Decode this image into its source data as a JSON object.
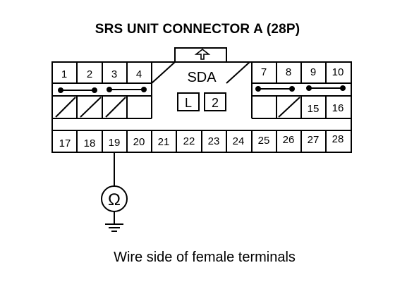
{
  "diagram": {
    "title": "SRS UNIT CONNECTOR A (28P)",
    "caption": "Wire side of female terminals",
    "center_label": "SDA",
    "lock_labels": [
      "L",
      "2"
    ],
    "top_row_left": [
      "1",
      "2",
      "3",
      "4"
    ],
    "top_row_right": [
      "7",
      "8",
      "9",
      "10"
    ],
    "mid_row_right": [
      "15",
      "16"
    ],
    "bottom_row": [
      "17",
      "18",
      "19",
      "20",
      "21",
      "22",
      "23",
      "24",
      "25",
      "26",
      "27",
      "28"
    ],
    "probe": {
      "terminal": "19",
      "meter_symbol": "Ω",
      "meter": "ohmmeter-icon",
      "ground": "ground-icon"
    },
    "shorting_bars": [
      "1-2",
      "3-4",
      "7-8",
      "9-10"
    ]
  }
}
